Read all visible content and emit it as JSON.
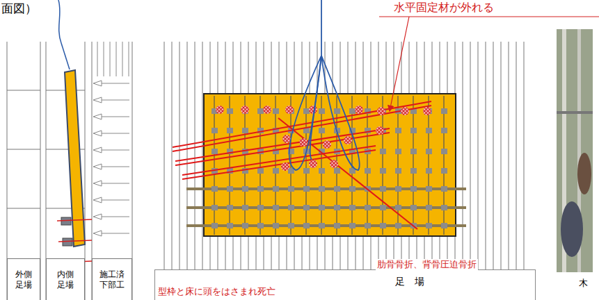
{
  "diagram": {
    "nodes": [
      {
        "text": [
          "外側 足場"
        ]
      },
      {
        "text": [
          "内側 足場"
        ]
      },
      {
        "text": [
          "施工済 下部工"
        ]
      },
      {
        "text": [
          "足場"
        ]
      }
    ],
    "labels": [
      "面図）",
      "水平固定材が外れる",
      "肋骨骨折、背骨圧迫骨折",
      "型枠と床に頭をはさまれ死亡",
      "木"
    ]
  }
}
